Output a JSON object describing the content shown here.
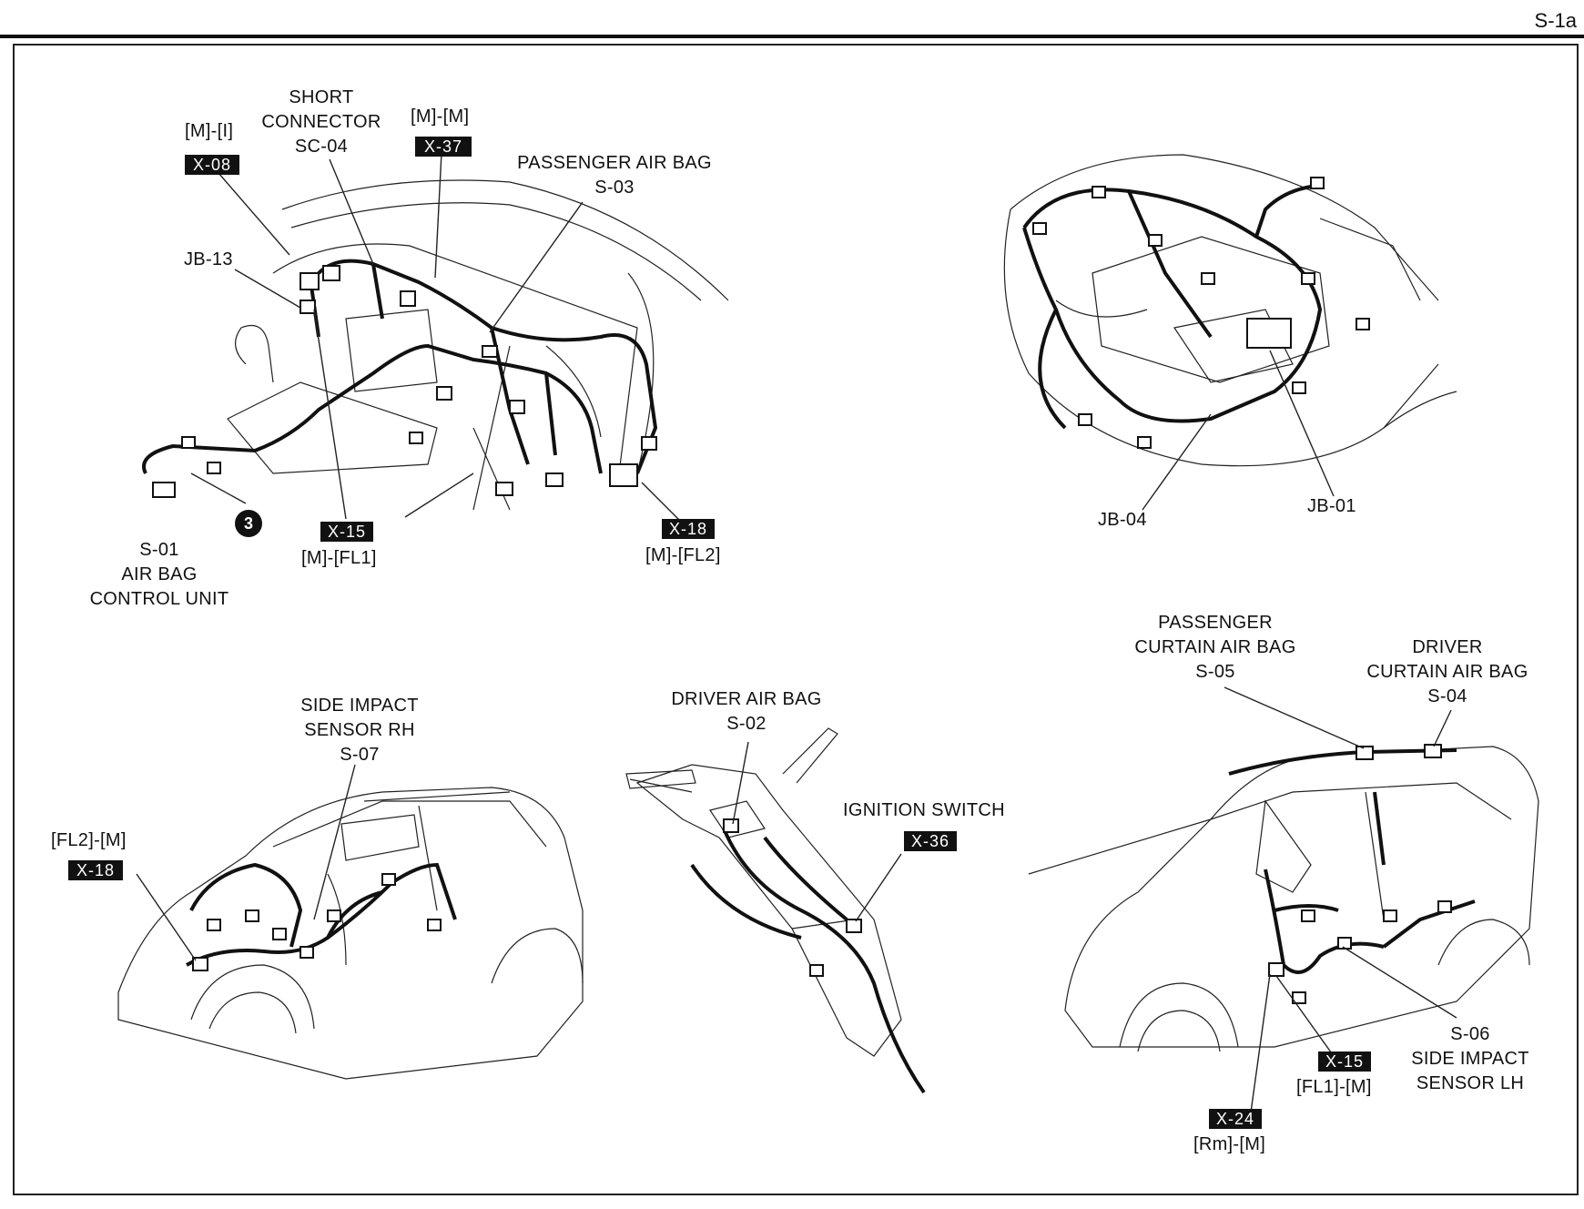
{
  "page_id": "S-1a",
  "labels": {
    "x08_code": "[M]-[I]",
    "x08_box": "X-08",
    "short_connector": [
      "SHORT",
      "CONNECTOR",
      "SC-04"
    ],
    "x37_code": "[M]-[M]",
    "x37_box": "X-37",
    "passenger_air_bag": [
      "PASSENGER AIR BAG",
      "S-03"
    ],
    "jb13": "JB-13",
    "circle_3": "3",
    "s01": [
      "S-01",
      "AIR BAG",
      "CONTROL UNIT"
    ],
    "x15_top_box": "X-15",
    "x15_top_code": "[M]-[FL1]",
    "x18_top_box": "X-18",
    "x18_top_code": "[M]-[FL2]",
    "jb04": "JB-04",
    "jb01": "JB-01",
    "side_impact_rh": [
      "SIDE IMPACT",
      "SENSOR RH",
      "S-07"
    ],
    "x18_bl_code": "[FL2]-[M]",
    "x18_bl_box": "X-18",
    "driver_air_bag": [
      "DRIVER AIR BAG",
      "S-02"
    ],
    "ignition_switch": "IGNITION SWITCH",
    "x36_box": "X-36",
    "passenger_curtain": [
      "PASSENGER",
      "CURTAIN AIR BAG",
      "S-05"
    ],
    "driver_curtain": [
      "DRIVER",
      "CURTAIN AIR BAG",
      "S-04"
    ],
    "side_impact_lh": [
      "S-06",
      "SIDE IMPACT",
      "SENSOR LH"
    ],
    "x15_br_box": "X-15",
    "x15_br_code": "[FL1]-[M]",
    "x24_box": "X-24",
    "x24_code": "[Rm]-[M]"
  }
}
